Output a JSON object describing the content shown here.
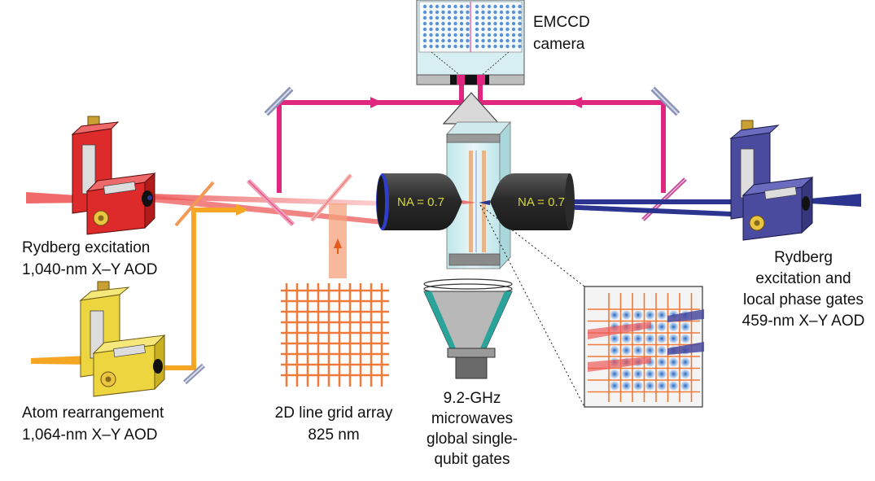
{
  "labels": {
    "camera": [
      "EMCCD",
      "camera"
    ],
    "rydberg_left": [
      "Rydberg excitation",
      "1,040-nm X–Y AOD"
    ],
    "rearrangement": [
      "Atom rearrangement",
      "1,064-nm X–Y AOD"
    ],
    "grid": [
      "2D line grid array",
      "825 nm"
    ],
    "microwaves": [
      "9.2-GHz",
      "microwaves",
      "global single-",
      "qubit gates"
    ],
    "rydberg_right": [
      "Rydberg",
      "excitation and",
      "local phase gates",
      "459-nm X–Y AOD"
    ],
    "na_left": "NA = 0.7",
    "na_right": "NA = 0.7"
  },
  "colors": {
    "magenta_beam": "#e0267f",
    "orange_beam": "#f5a623",
    "red_beam": "#ee5a5a",
    "blue_beam": "#2b3590",
    "grid_orange": "#f07a3a",
    "red_aod": "#dd2a2a",
    "yellow_aod": "#ecd53f",
    "blue_aod": "#4a4a9e",
    "objective": "#3b3b3b",
    "atom_blue": "#3f7fd0"
  }
}
